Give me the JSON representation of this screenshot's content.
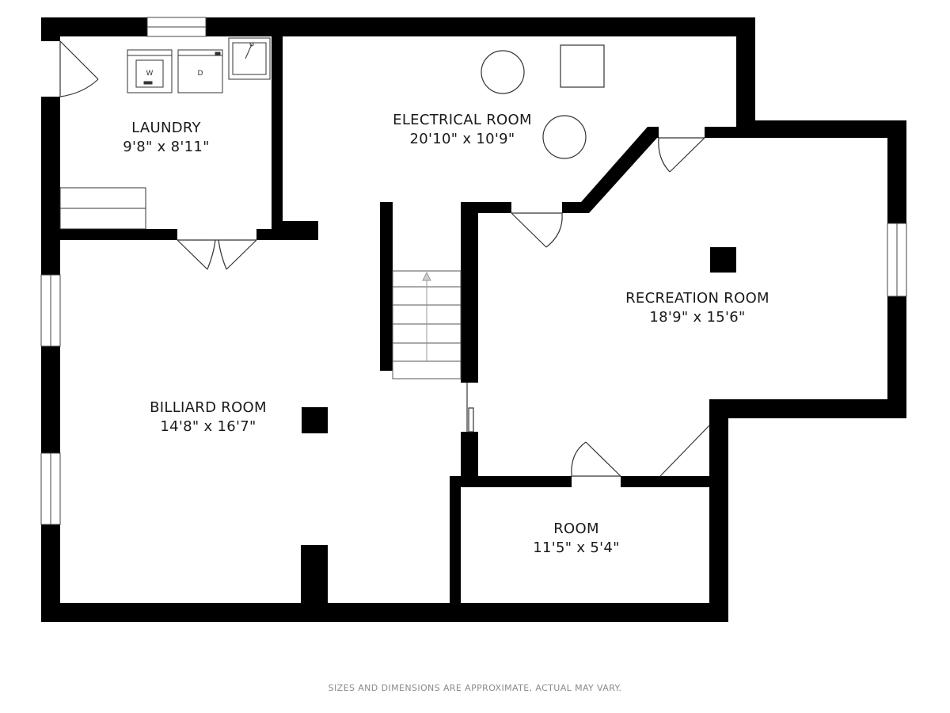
{
  "rooms": {
    "laundry": {
      "name": "LAUNDRY",
      "dims": "9'8\" x 8'11\""
    },
    "electrical": {
      "name": "ELECTRICAL ROOM",
      "dims": "20'10\" x 10'9\""
    },
    "recreation": {
      "name": "RECREATION ROOM",
      "dims": "18'9\" x 15'6\""
    },
    "billiard": {
      "name": "BILLIARD ROOM",
      "dims": "14'8\" x 16'7\""
    },
    "room": {
      "name": "ROOM",
      "dims": "11'5\" x 5'4\""
    }
  },
  "fixtures": {
    "washer": "W",
    "dryer": "D"
  },
  "disclaimer": "SIZES AND DIMENSIONS ARE APPROXIMATE, ACTUAL MAY VARY.",
  "colors": {
    "wall": "#000000",
    "background": "#ffffff",
    "thin_line": "#333333",
    "disclaimer": "#8a8a8a"
  }
}
